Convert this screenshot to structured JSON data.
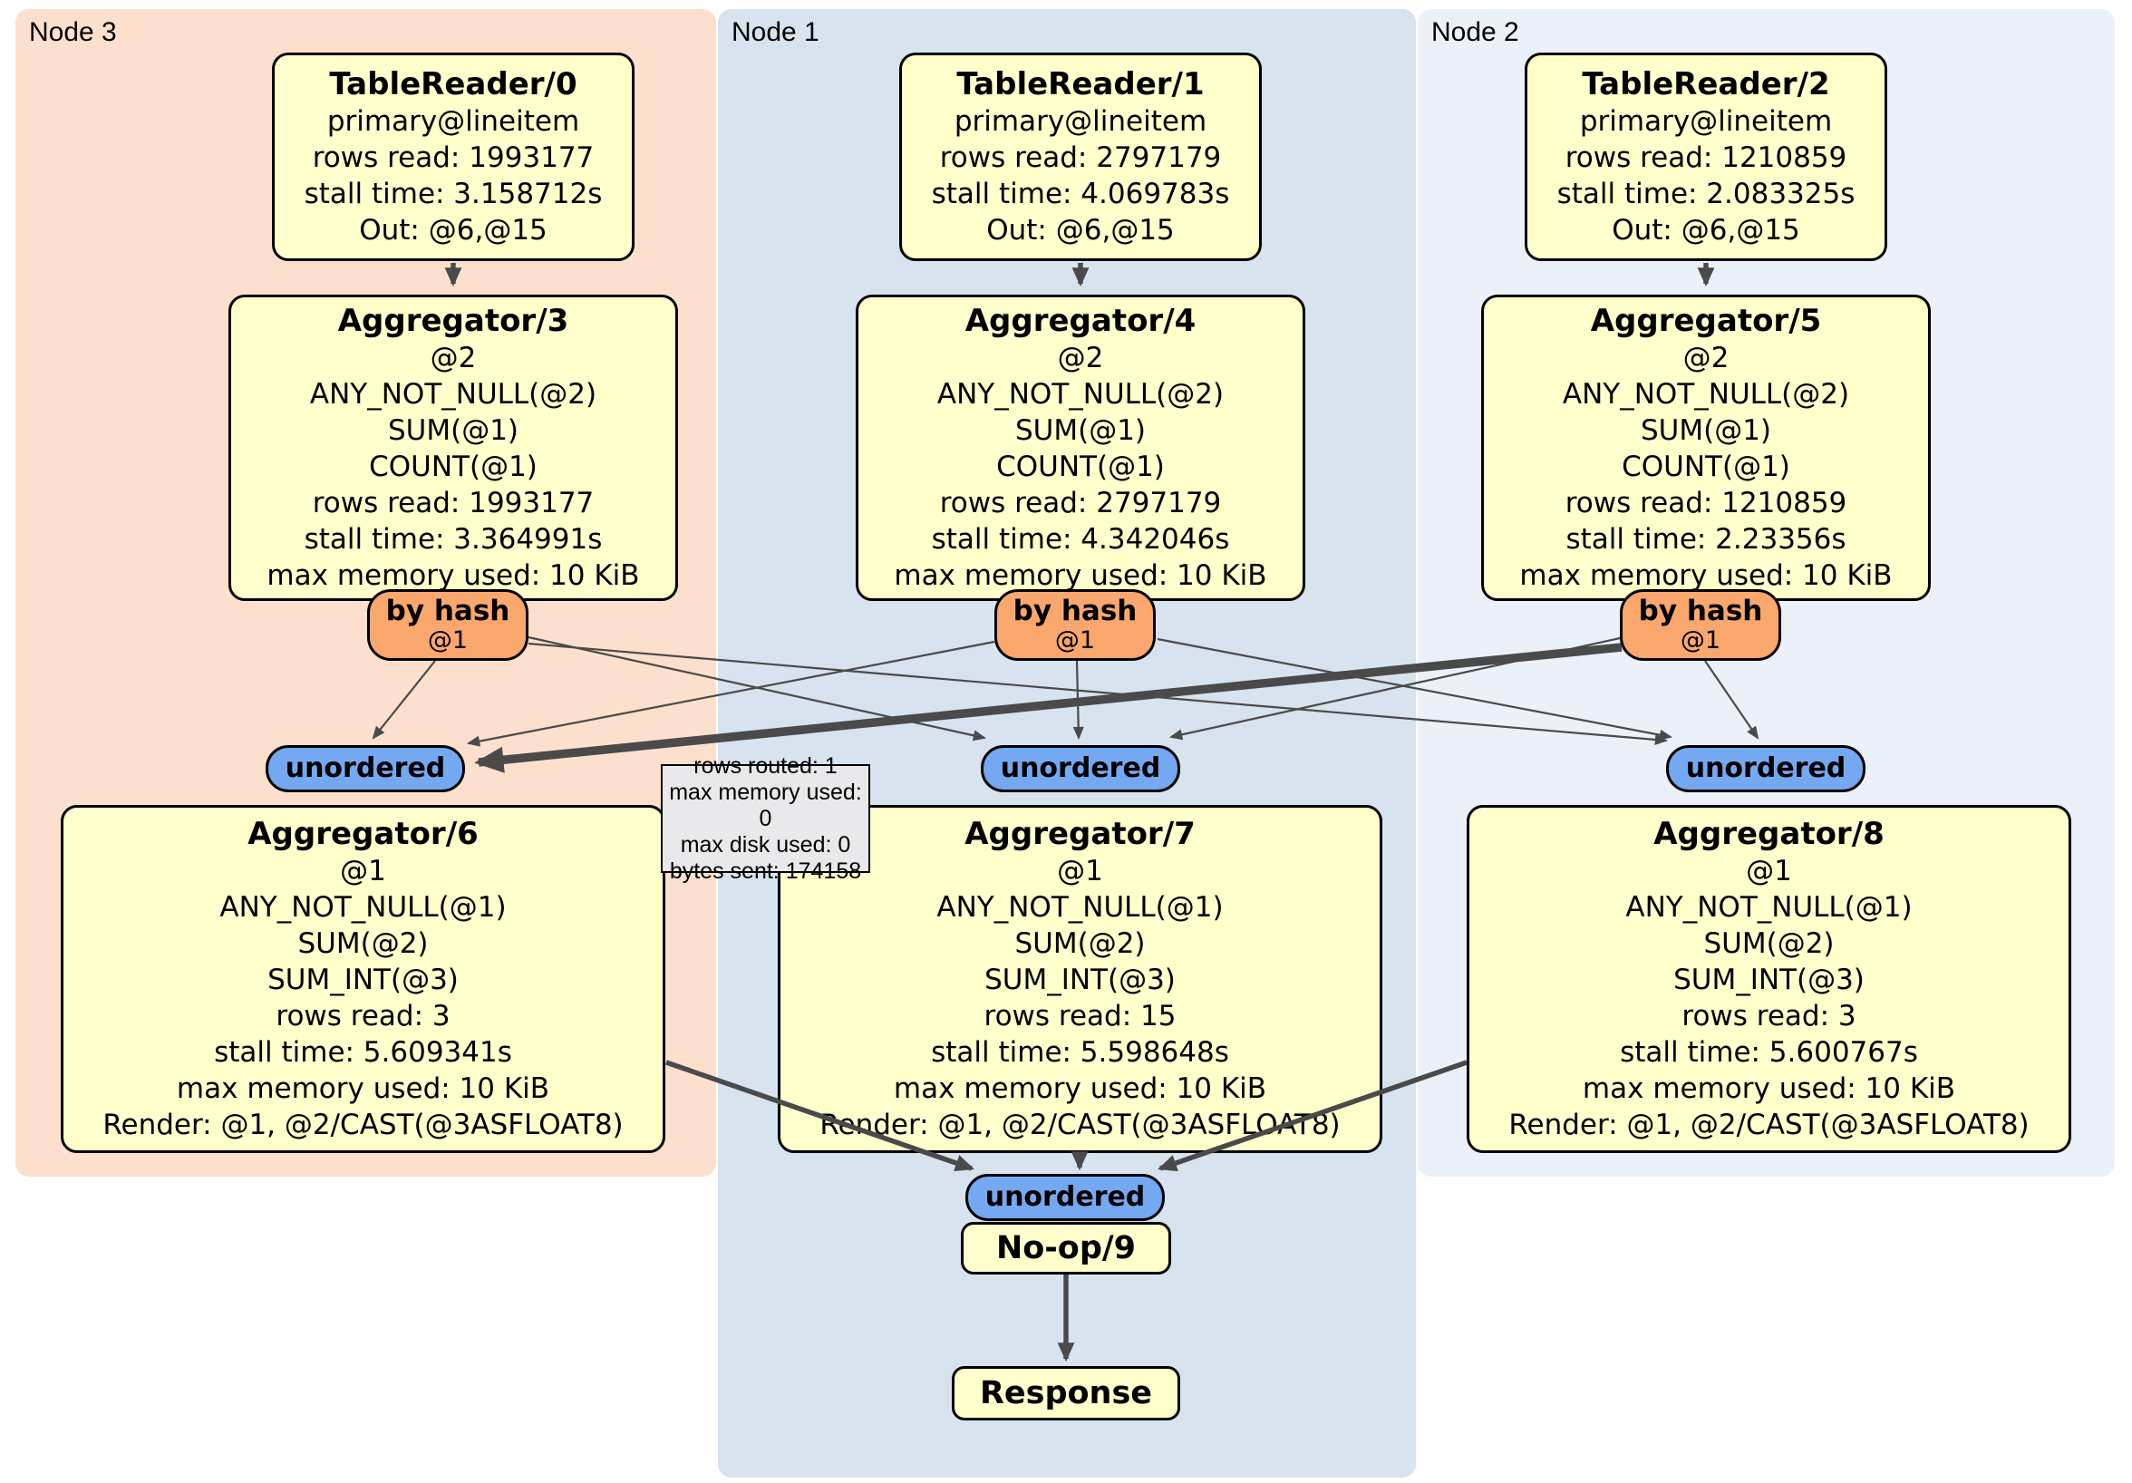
{
  "regions": [
    {
      "label": "Node 3"
    },
    {
      "label": "Node 1"
    },
    {
      "label": "Node 2"
    }
  ],
  "pills": {
    "by_hash": {
      "label": "by hash",
      "sub": "@1"
    },
    "unordered": {
      "label": "unordered"
    }
  },
  "boxes": {
    "tr0": {
      "title": "TableReader/0",
      "lines": [
        "primary@lineitem",
        "rows read: 1993177",
        "stall time: 3.158712s",
        "Out: @6,@15"
      ]
    },
    "tr1": {
      "title": "TableReader/1",
      "lines": [
        "primary@lineitem",
        "rows read: 2797179",
        "stall time: 4.069783s",
        "Out: @6,@15"
      ]
    },
    "tr2": {
      "title": "TableReader/2",
      "lines": [
        "primary@lineitem",
        "rows read: 1210859",
        "stall time: 2.083325s",
        "Out: @6,@15"
      ]
    },
    "agg3": {
      "title": "Aggregator/3",
      "lines": [
        "@2",
        "ANY_NOT_NULL(@2)",
        "SUM(@1)",
        "COUNT(@1)",
        "rows read: 1993177",
        "stall time: 3.364991s",
        "max memory used: 10 KiB"
      ]
    },
    "agg4": {
      "title": "Aggregator/4",
      "lines": [
        "@2",
        "ANY_NOT_NULL(@2)",
        "SUM(@1)",
        "COUNT(@1)",
        "rows read: 2797179",
        "stall time: 4.342046s",
        "max memory used: 10 KiB"
      ]
    },
    "agg5": {
      "title": "Aggregator/5",
      "lines": [
        "@2",
        "ANY_NOT_NULL(@2)",
        "SUM(@1)",
        "COUNT(@1)",
        "rows read: 1210859",
        "stall time: 2.23356s",
        "max memory used: 10 KiB"
      ]
    },
    "agg6": {
      "title": "Aggregator/6",
      "lines": [
        "@1",
        "ANY_NOT_NULL(@1)",
        "SUM(@2)",
        "SUM_INT(@3)",
        "rows read: 3",
        "stall time: 5.609341s",
        "max memory used: 10 KiB",
        "Render: @1, @2/CAST(@3ASFLOAT8)"
      ]
    },
    "agg7": {
      "title": "Aggregator/7",
      "lines": [
        "@1",
        "ANY_NOT_NULL(@1)",
        "SUM(@2)",
        "SUM_INT(@3)",
        "rows read: 15",
        "stall time: 5.598648s",
        "max memory used: 10 KiB",
        "Render: @1, @2/CAST(@3ASFLOAT8)"
      ]
    },
    "agg8": {
      "title": "Aggregator/8",
      "lines": [
        "@1",
        "ANY_NOT_NULL(@1)",
        "SUM(@2)",
        "SUM_INT(@3)",
        "rows read: 3",
        "stall time: 5.600767s",
        "max memory used: 10 KiB",
        "Render: @1, @2/CAST(@3ASFLOAT8)"
      ]
    },
    "noop": {
      "title": "No-op/9"
    },
    "response": {
      "title": "Response"
    }
  },
  "tooltip": {
    "lines": [
      "rows routed: 1",
      "max memory used: 0",
      "max disk used: 0",
      "bytes sent: 174158"
    ]
  },
  "colors": {
    "node3_bg": "#fce0cd",
    "node1_bg": "#d7e3ee",
    "node2_bg": "#ecf1f9",
    "processor_bg": "#ffffcc",
    "by_hash_bg": "#f9a76d",
    "unordered_bg": "#74a8f1",
    "edge": "#4a4a4a",
    "tooltip_bg": "#e9e9eb",
    "border": "#000000"
  }
}
